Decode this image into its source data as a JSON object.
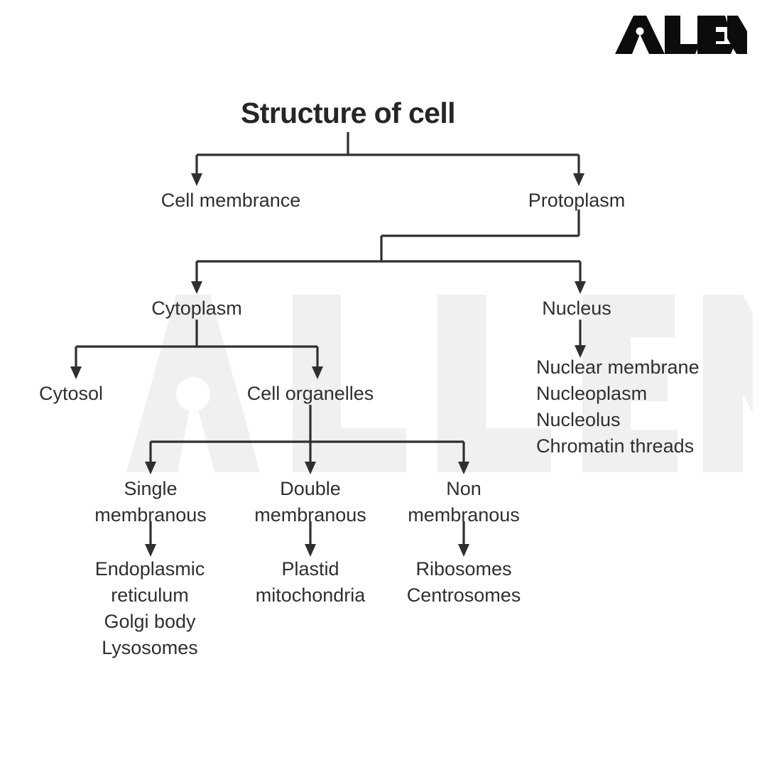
{
  "brand": {
    "logo_text": "ALLEN",
    "watermark_text": "ALLEN"
  },
  "diagram": {
    "title": "Structure of cell",
    "type": "tree",
    "colors": {
      "text": "#2f2f2f",
      "title": "#262626",
      "connector": "#2f2f2f",
      "background": "#ffffff",
      "watermark": "#f0f0f0"
    },
    "nodes": {
      "root": "Structure of cell",
      "cell_membrance": "Cell membrance",
      "protoplasm": "Protoplasm",
      "cytoplasm": "Cytoplasm",
      "nucleus": "Nucleus",
      "cytosol": "Cytosol",
      "cell_organelles": "Cell organelles",
      "single_membranous": "Single\nmembranous",
      "double_membranous": "Double\nmembranous",
      "non_membranous": "Non\nmembranous",
      "single_membranous_items": "Endoplasmic\nreticulum\nGolgi body\nLysosomes",
      "double_membranous_items": "Plastid\nmitochondria",
      "non_membranous_items": "Ribosomes\nCentrosomes",
      "nucleus_items": "Nuclear membrane\nNucleoplasm\nNucleolus\nChromatin threads"
    },
    "hierarchy": [
      {
        "label": "Structure of cell",
        "children": [
          {
            "label": "Cell membrance",
            "children": []
          },
          {
            "label": "Protoplasm",
            "children": [
              {
                "label": "Cytoplasm",
                "children": [
                  {
                    "label": "Cytosol",
                    "children": []
                  },
                  {
                    "label": "Cell organelles",
                    "children": [
                      {
                        "label": "Single membranous",
                        "children": [
                          {
                            "label": "Endoplasmic reticulum",
                            "children": []
                          },
                          {
                            "label": "Golgi body",
                            "children": []
                          },
                          {
                            "label": "Lysosomes",
                            "children": []
                          }
                        ]
                      },
                      {
                        "label": "Double membranous",
                        "children": [
                          {
                            "label": "Plastid",
                            "children": []
                          },
                          {
                            "label": "mitochondria",
                            "children": []
                          }
                        ]
                      },
                      {
                        "label": "Non membranous",
                        "children": [
                          {
                            "label": "Ribosomes",
                            "children": []
                          },
                          {
                            "label": "Centrosomes",
                            "children": []
                          }
                        ]
                      }
                    ]
                  }
                ]
              },
              {
                "label": "Nucleus",
                "children": [
                  {
                    "label": "Nuclear membrane",
                    "children": []
                  },
                  {
                    "label": "Nucleoplasm",
                    "children": []
                  },
                  {
                    "label": "Nucleolus",
                    "children": []
                  },
                  {
                    "label": "Chromatin threads",
                    "children": []
                  }
                ]
              }
            ]
          }
        ]
      }
    ]
  }
}
